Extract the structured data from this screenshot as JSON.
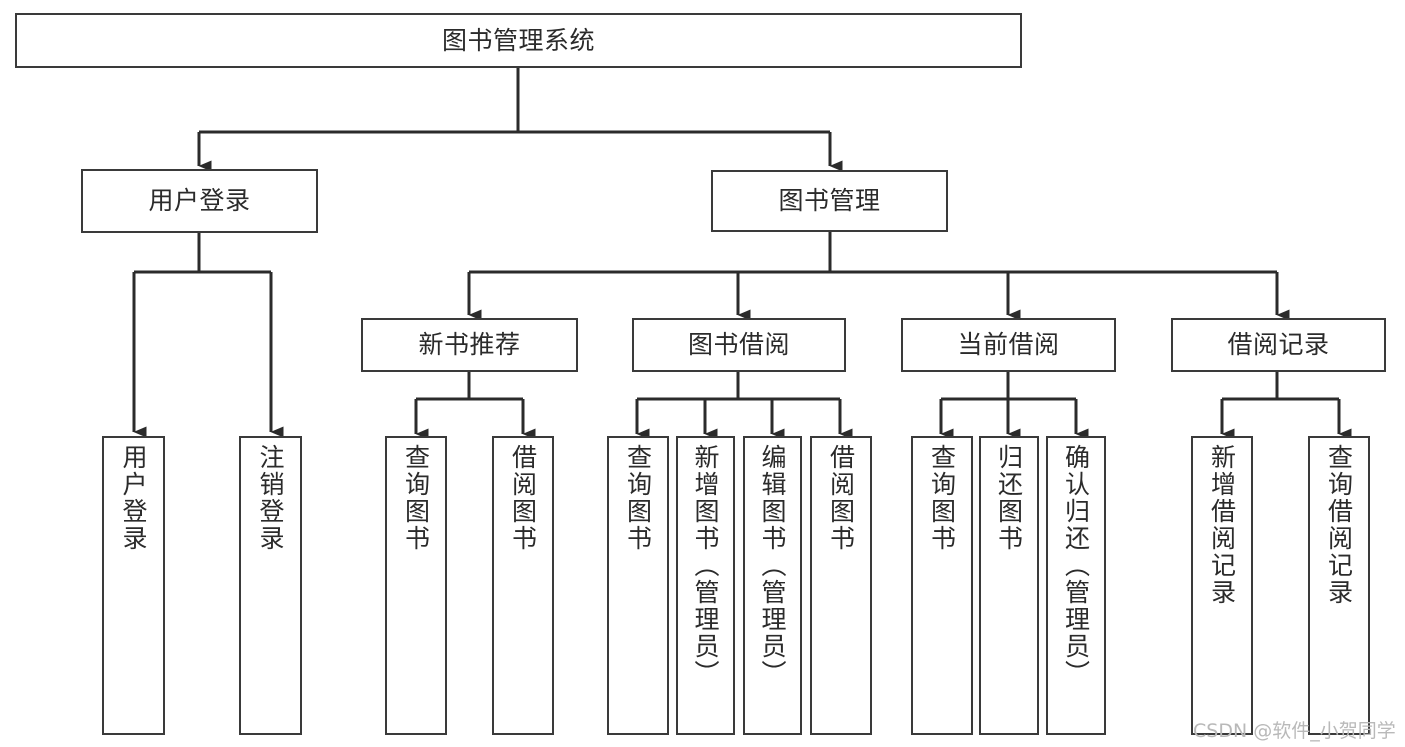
{
  "diagram": {
    "title": "图书管理系统",
    "type": "tree-hierarchy",
    "orientation": "top-down",
    "colors": {
      "box_border": "#3a3a3a",
      "box_fill": "#ffffff",
      "connector": "#2b2b2b",
      "text": "#2b2b2b",
      "watermark": "#b9b9b9",
      "background": "#ffffff"
    }
  },
  "root": {
    "label": "图书管理系统"
  },
  "level1": [
    {
      "label": "用户登录"
    },
    {
      "label": "图书管理"
    }
  ],
  "level2": [
    {
      "label": "新书推荐"
    },
    {
      "label": "图书借阅"
    },
    {
      "label": "当前借阅"
    },
    {
      "label": "借阅记录"
    }
  ],
  "leaves": {
    "user_login": [
      {
        "label": "用户登录"
      },
      {
        "label": "注销登录"
      }
    ],
    "new_book_recommend": [
      {
        "label": "查询图书"
      },
      {
        "label": "借阅图书"
      }
    ],
    "book_borrow": [
      {
        "label": "查询图书"
      },
      {
        "label": "新增图书（管理员）"
      },
      {
        "label": "编辑图书（管理员）"
      },
      {
        "label": "借阅图书"
      }
    ],
    "current_borrow": [
      {
        "label": "查询图书"
      },
      {
        "label": "归还图书"
      },
      {
        "label": "确认归还（管理员）"
      }
    ],
    "borrow_record": [
      {
        "label": "新增借阅记录"
      },
      {
        "label": "查询借阅记录"
      }
    ]
  },
  "watermark": {
    "text": "CSDN @软件_小贺同学"
  }
}
